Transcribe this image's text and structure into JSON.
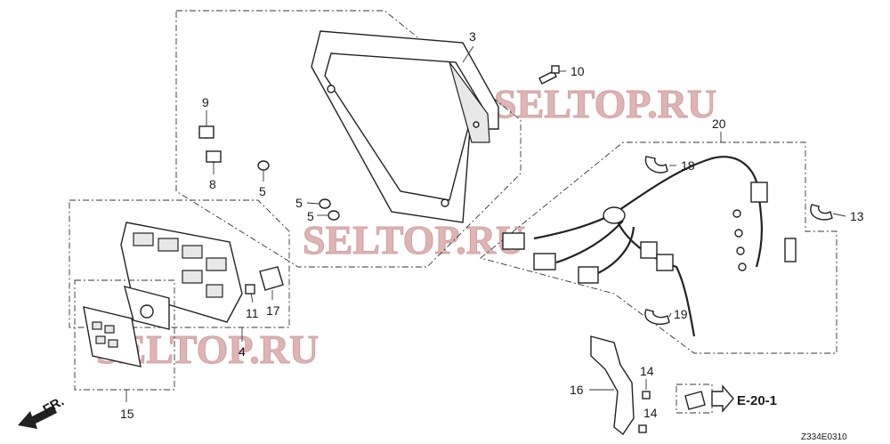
{
  "watermark": "SELTOP.RU",
  "callouts": {
    "c3": "3",
    "c10": "10",
    "c9": "9",
    "c8": "8",
    "c5a": "5",
    "c5b": "5",
    "c5c": "5",
    "c20": "20",
    "c18": "18",
    "c13": "13",
    "c11": "11",
    "c17": "17",
    "c4": "4",
    "c15": "15",
    "c19": "19",
    "c16": "16",
    "c14a": "14",
    "c14b": "14"
  },
  "reference": "E-20-1",
  "front_marker": "FR.",
  "diagram_code": "Z334E0310"
}
